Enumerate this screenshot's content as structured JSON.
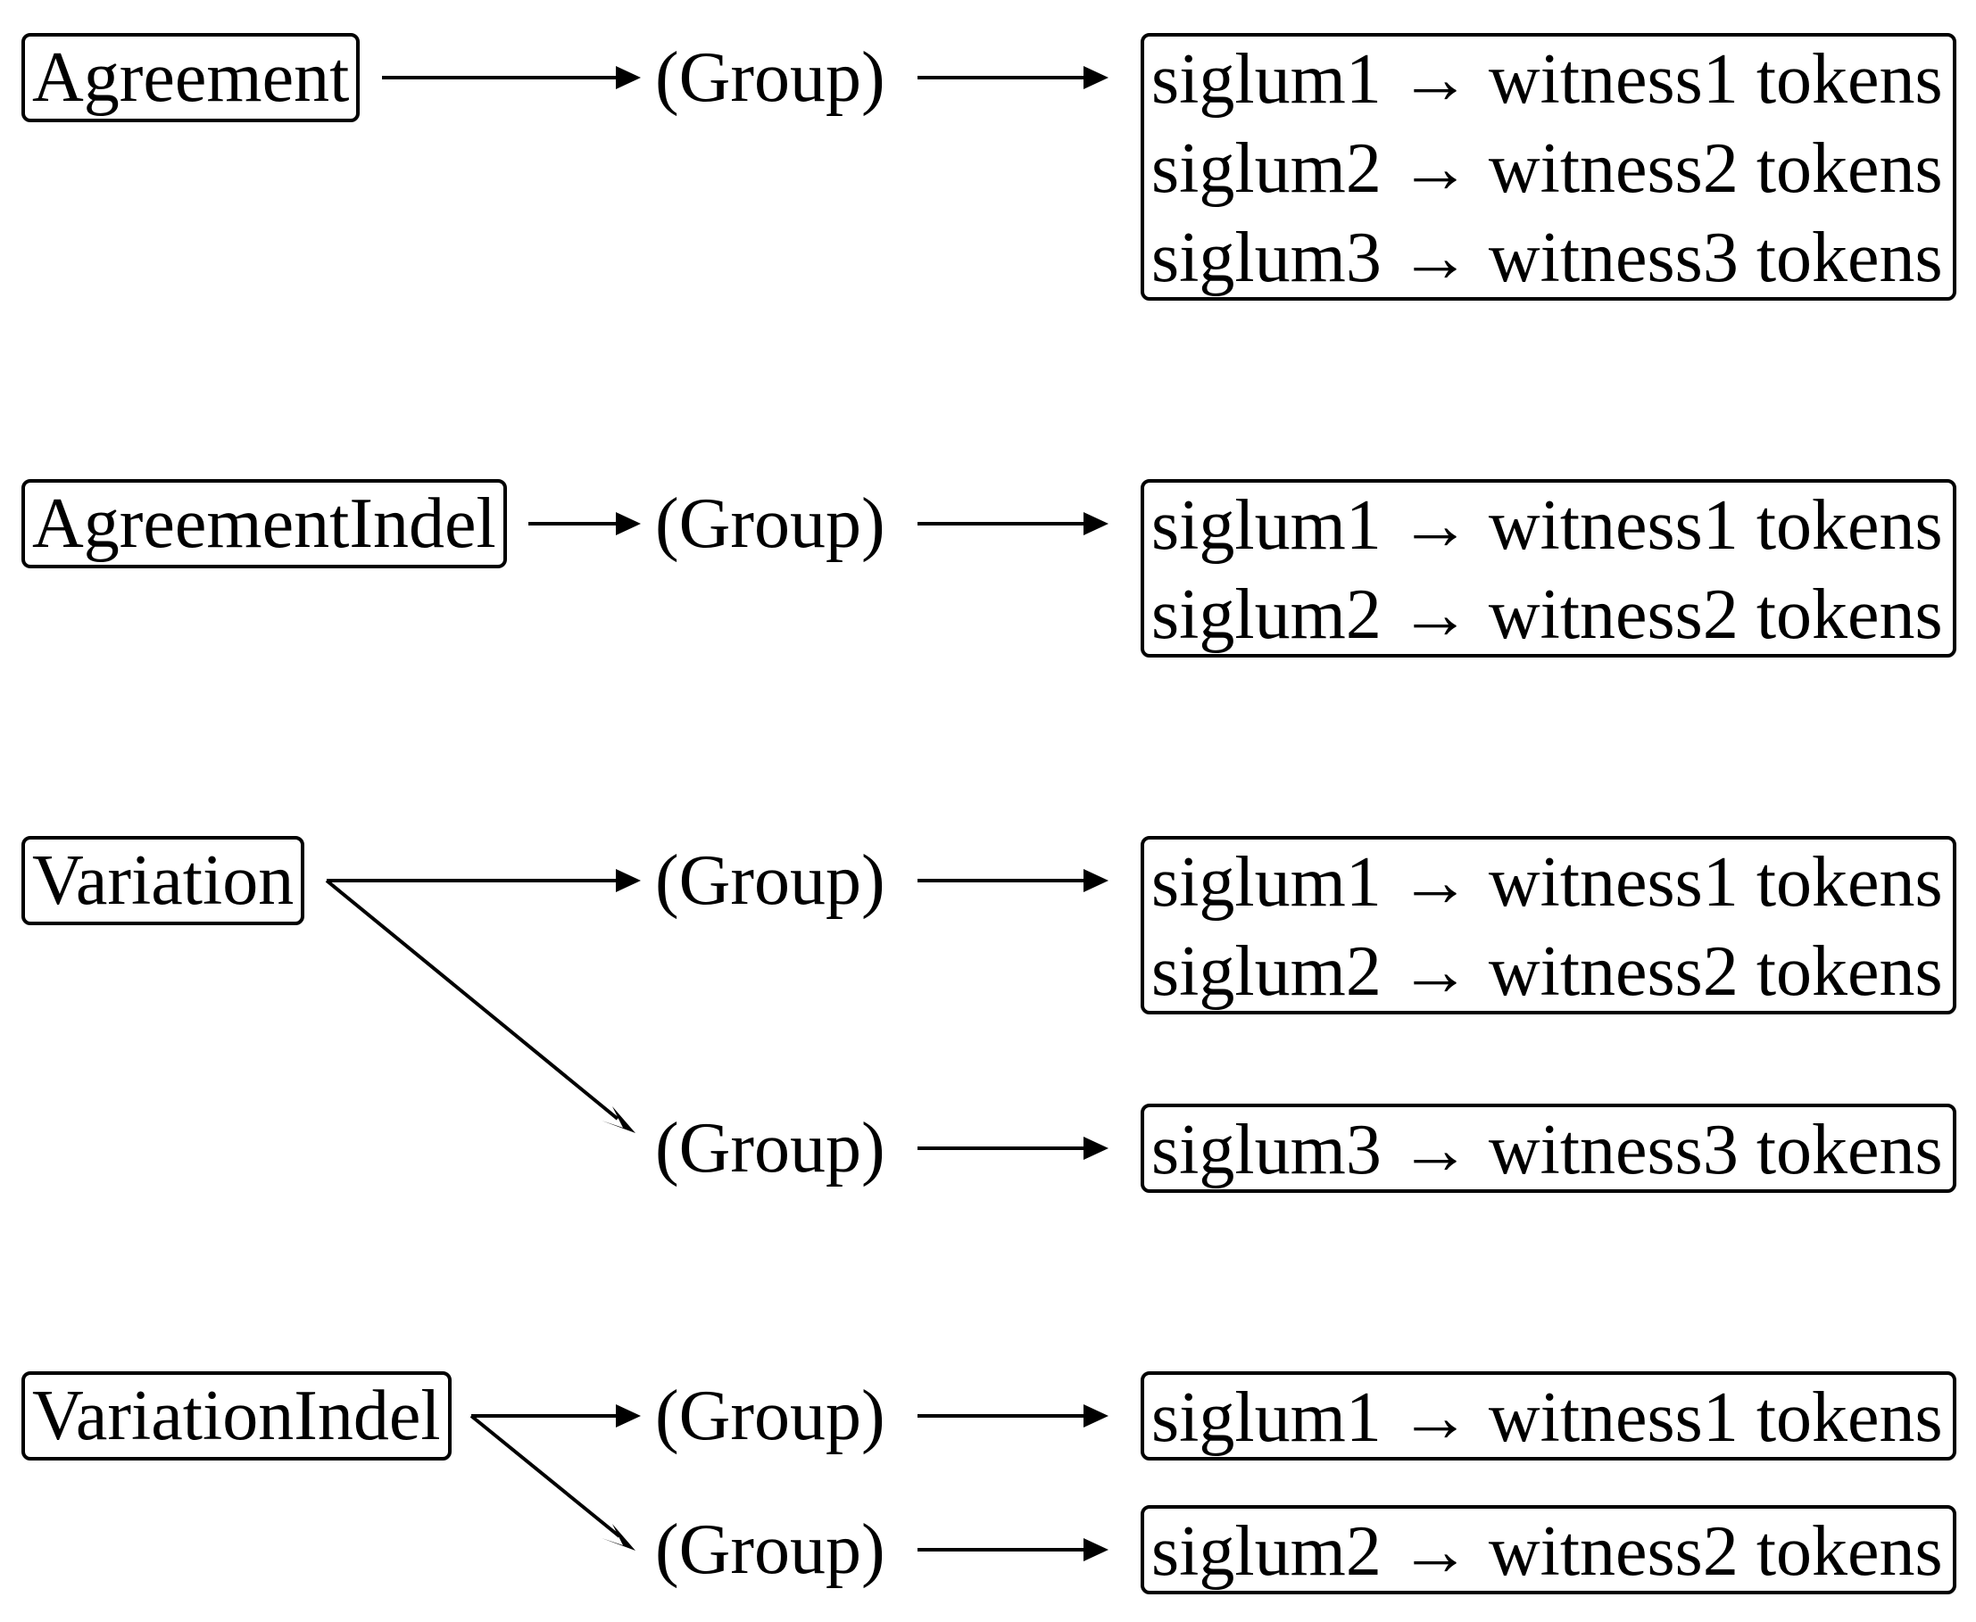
{
  "sections": [
    {
      "type_label": "Agreement",
      "groups": [
        {
          "label": "(Group)",
          "lines": [
            "siglum1 → witness1 tokens",
            "siglum2 → witness2 tokens",
            "siglum3 → witness3 tokens"
          ]
        }
      ]
    },
    {
      "type_label": "AgreementIndel",
      "groups": [
        {
          "label": "(Group)",
          "lines": [
            "siglum1 → witness1 tokens",
            "siglum2 → witness2 tokens"
          ]
        }
      ]
    },
    {
      "type_label": "Variation",
      "groups": [
        {
          "label": "(Group)",
          "lines": [
            "siglum1 → witness1 tokens",
            "siglum2 → witness2 tokens"
          ]
        },
        {
          "label": "(Group)",
          "lines": [
            "siglum3 → witness3 tokens"
          ]
        }
      ]
    },
    {
      "type_label": "VariationIndel",
      "groups": [
        {
          "label": "(Group)",
          "lines": [
            "siglum1 → witness1 tokens"
          ]
        },
        {
          "label": "(Group)",
          "lines": [
            "siglum2 → witness2 tokens"
          ]
        }
      ]
    }
  ]
}
